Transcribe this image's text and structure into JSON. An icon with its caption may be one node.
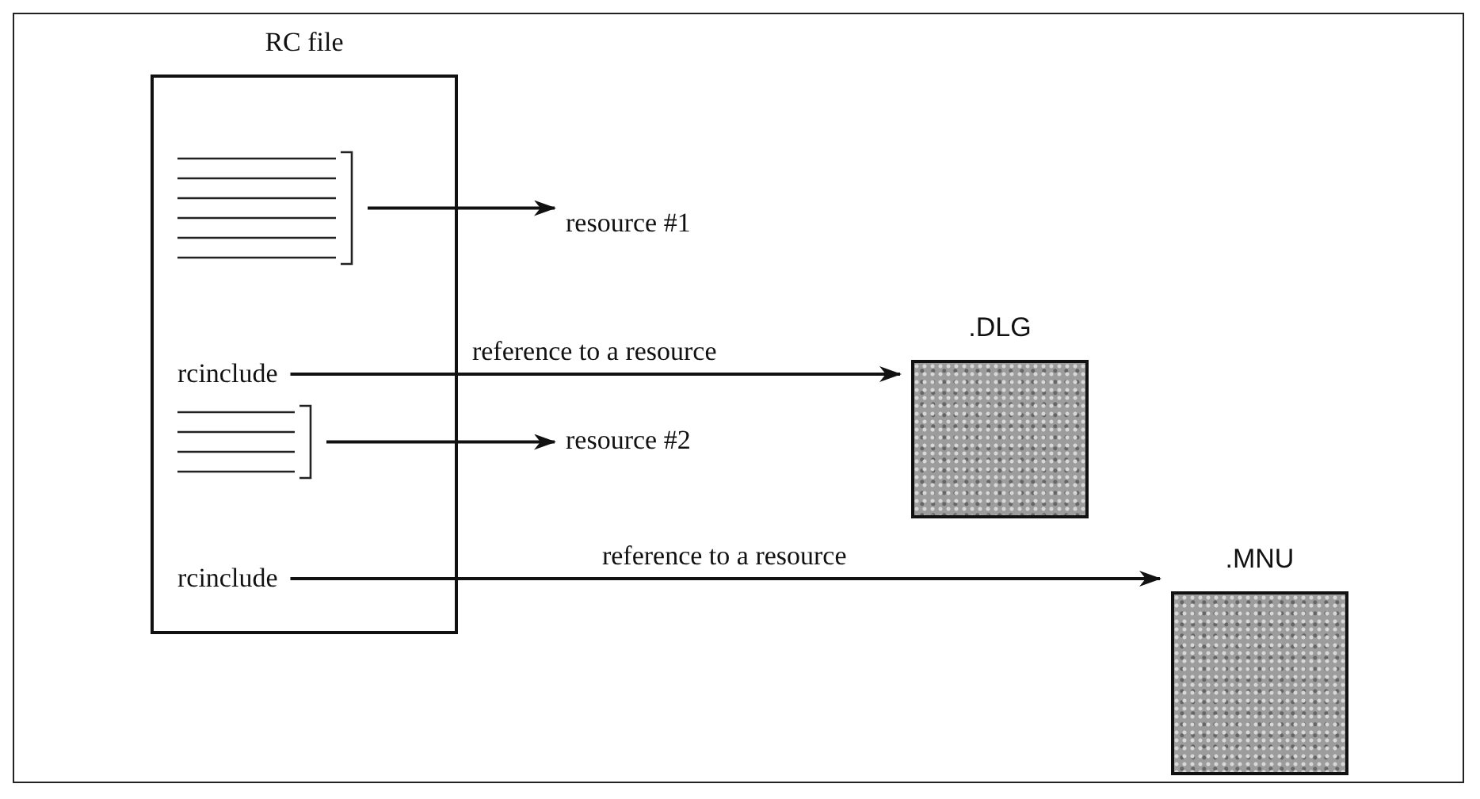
{
  "diagram": {
    "nodes": [
      {
        "text": [
          "RC file"
        ]
      },
      {
        "text": [],
        "shape": "picture",
        "in": 0
      },
      {
        "text": [
          "resource #1"
        ]
      },
      {
        "text": [
          "rcinclude"
        ],
        "in": 0
      },
      {
        "text": [
          ".DLG"
        ]
      },
      {
        "text": [],
        "shape": "picture",
        "in": 0
      },
      {
        "text": [
          "resource #2"
        ]
      },
      {
        "text": [
          "rcinclude"
        ],
        "in": 0
      },
      {
        "text": [
          ".MNU"
        ]
      }
    ],
    "edges": [
      {
        "from": 1,
        "to": 2,
        "arrow": "to"
      },
      {
        "from": 3,
        "to": 4,
        "arrow": "to",
        "label": "reference to a resource"
      },
      {
        "from": 5,
        "to": 6,
        "arrow": "to"
      },
      {
        "from": 7,
        "to": 8,
        "arrow": "to",
        "label": "reference to a resource"
      }
    ]
  }
}
